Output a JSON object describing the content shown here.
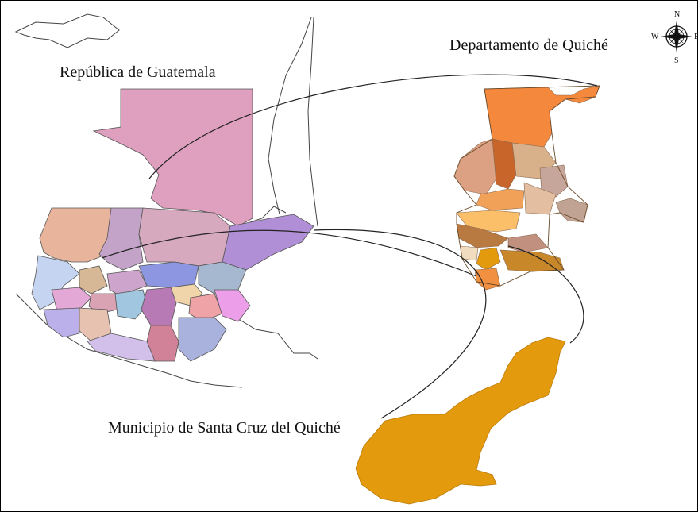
{
  "labels": {
    "country": "República de Guatemala",
    "department": "Departamento de Quiché",
    "municipality": "Municipio de Santa Cruz del Quiché"
  },
  "compass": {
    "n": "N",
    "s": "S",
    "e": "E",
    "w": "W"
  },
  "colors": {
    "country_highlight": "#dea0be",
    "department_highlight": "#f4883c",
    "municipality_fill": "#e49a0d",
    "outline": "#333333"
  }
}
